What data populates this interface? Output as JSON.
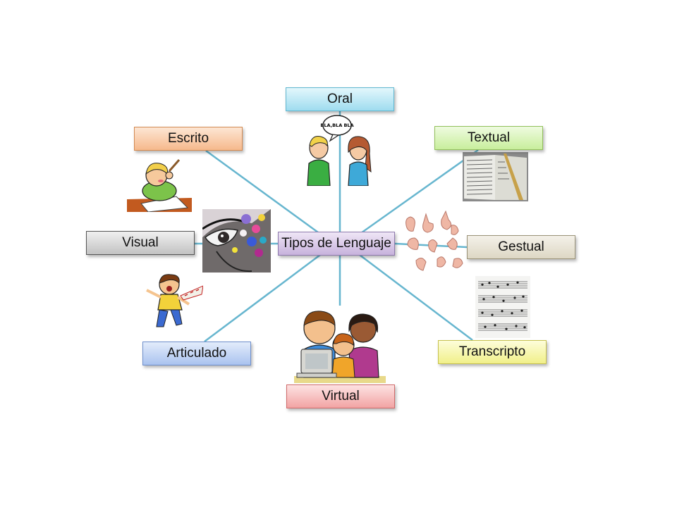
{
  "center": {
    "label": "Tipos de Lenguaje",
    "fill_top": "#efe6f6",
    "fill_bottom": "#c7b2dc",
    "border": "#8e79ad"
  },
  "connector_color": "#67b6cf",
  "nodes": [
    {
      "id": "oral",
      "label": "Oral",
      "fill_top": "#e3f7fc",
      "fill_bottom": "#9fdcef",
      "border": "#5fb6cf"
    },
    {
      "id": "escrito",
      "label": "Escrito",
      "fill_top": "#fde6d4",
      "fill_bottom": "#f6b98c",
      "border": "#d38a52"
    },
    {
      "id": "textual",
      "label": "Textual",
      "fill_top": "#effbe0",
      "fill_bottom": "#c8ee9c",
      "border": "#92c05a"
    },
    {
      "id": "visual",
      "label": "Visual",
      "fill_top": "#f0f0f0",
      "fill_bottom": "#c2c2c2",
      "border": "#555555"
    },
    {
      "id": "gestual",
      "label": "Gestual",
      "fill_top": "#f4f1e9",
      "fill_bottom": "#ddd7c4",
      "border": "#9a9278"
    },
    {
      "id": "articulado",
      "label": "Articulado",
      "fill_top": "#e3ecfb",
      "fill_bottom": "#aac3ef",
      "border": "#6d8fcc"
    },
    {
      "id": "virtual",
      "label": "Virtual",
      "fill_top": "#fde2e2",
      "fill_bottom": "#f2a4a4",
      "border": "#d06a6a"
    },
    {
      "id": "transcripto",
      "label": "Transcripto",
      "fill_top": "#fdfdda",
      "fill_bottom": "#f1f08a",
      "border": "#c7c24d"
    }
  ],
  "illustrations": [
    {
      "id": "oral",
      "icon": "two-people-talking-icon",
      "speech_text": "BLA,BLA BLA"
    },
    {
      "id": "escrito",
      "icon": "child-writing-icon"
    },
    {
      "id": "textual",
      "icon": "open-book-photo-icon"
    },
    {
      "id": "visual",
      "icon": "eye-art-icon"
    },
    {
      "id": "gestual",
      "icon": "sign-language-hands-icon"
    },
    {
      "id": "articulado",
      "icon": "shouting-boy-icon"
    },
    {
      "id": "virtual",
      "icon": "children-at-computer-icon"
    },
    {
      "id": "transcripto",
      "icon": "sheet-music-icon"
    }
  ]
}
